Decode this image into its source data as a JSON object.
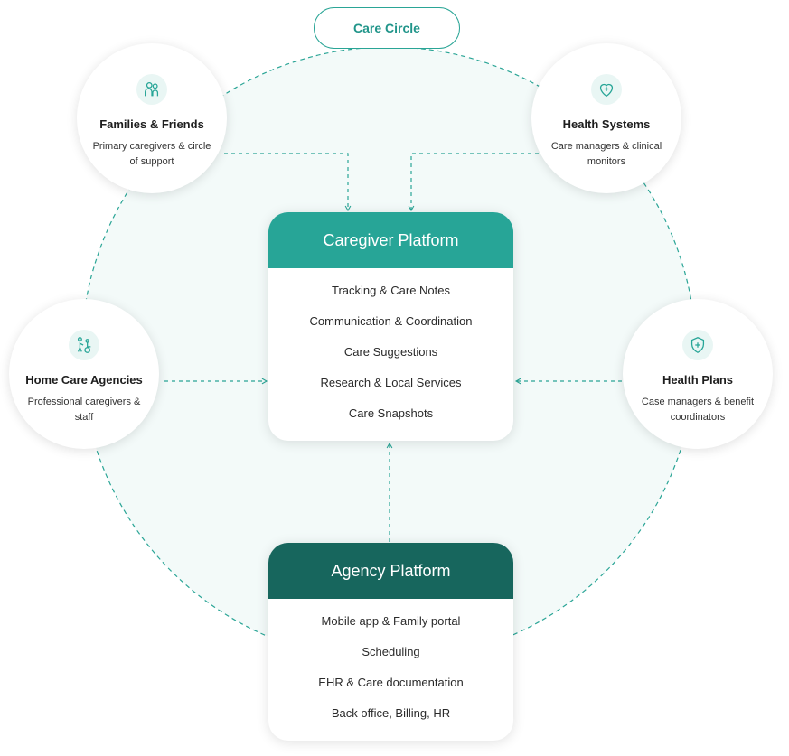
{
  "care_circle": {
    "label": "Care Circle"
  },
  "nodes": {
    "families": {
      "title": "Families & Friends",
      "desc": "Primary caregivers & circle of support",
      "icon": "people-icon"
    },
    "health_systems": {
      "title": "Health Systems",
      "desc": "Care managers & clinical monitors",
      "icon": "heart-plus-icon"
    },
    "home_care": {
      "title": "Home Care Agencies",
      "desc": "Professional caregivers & staff",
      "icon": "caregiver-wheelchair-icon"
    },
    "health_plans": {
      "title": "Health Plans",
      "desc": "Case managers & benefit coordinators",
      "icon": "shield-plus-icon"
    }
  },
  "caregiver_platform": {
    "title": "Caregiver Platform",
    "items": [
      "Tracking & Care Notes",
      "Communication & Coordination",
      "Care Suggestions",
      "Research & Local Services",
      "Care Snapshots"
    ]
  },
  "agency_platform": {
    "title": "Agency Platform",
    "items": [
      "Mobile app & Family portal",
      "Scheduling",
      "EHR & Care documentation",
      "Back office, Billing, HR"
    ]
  },
  "colors": {
    "accent": "#27a597",
    "dark": "#17665d",
    "circle_fill": "#f3faf9"
  }
}
